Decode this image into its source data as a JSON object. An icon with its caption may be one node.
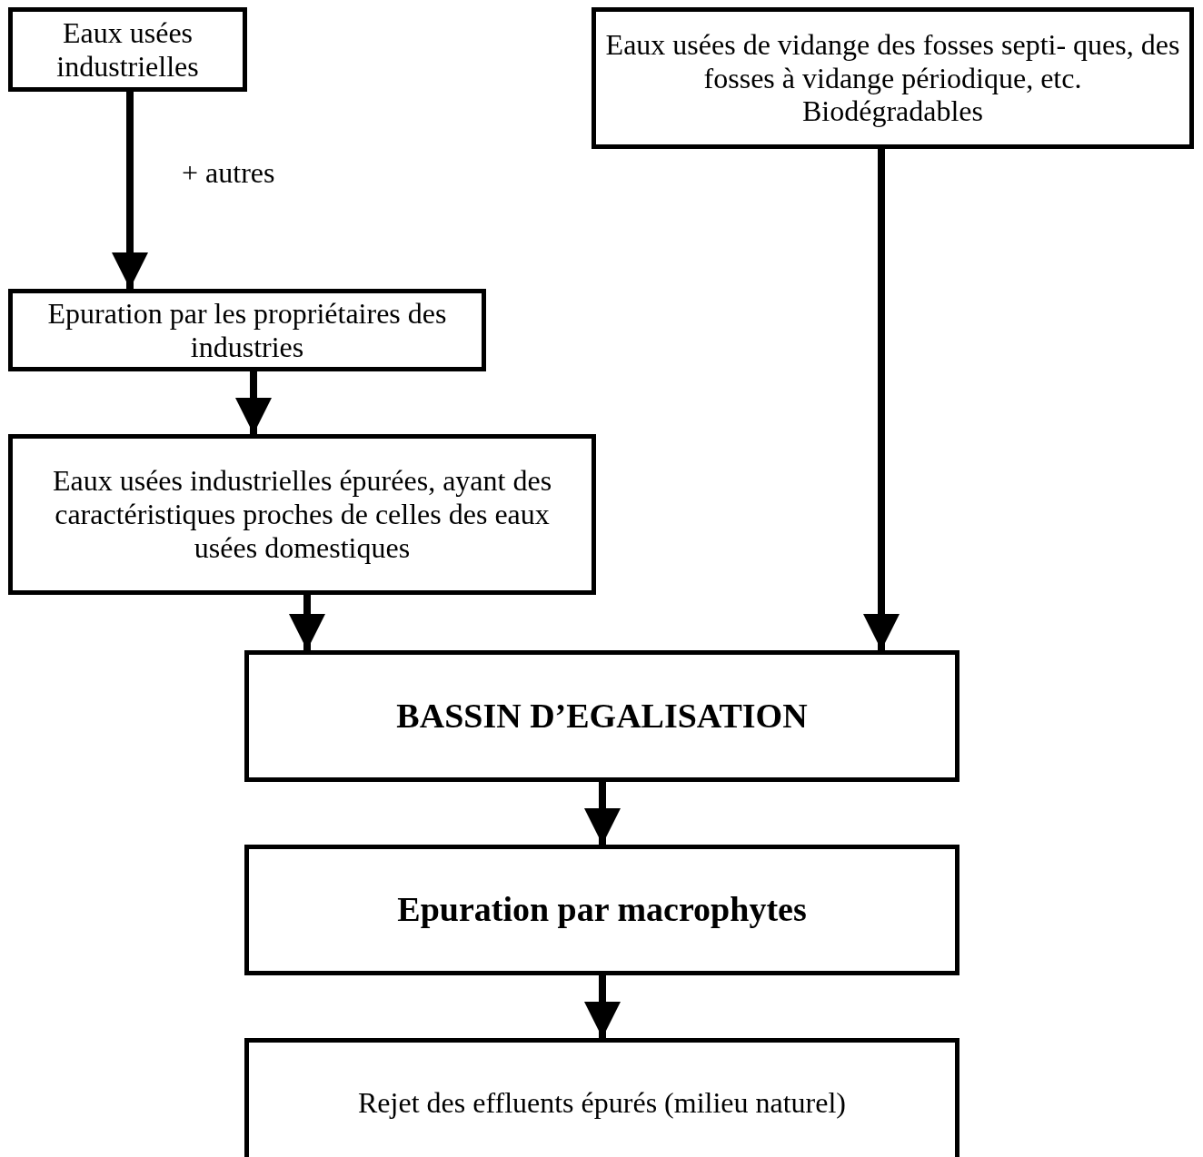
{
  "diagram": {
    "nodes": [
      {
        "text": [
          "Eaux usées industrielles"
        ]
      },
      {
        "text": [
          "Eaux usées de vidange des fosses septi- ques, des fosses à vidange périodique, etc.",
          "Biodégradables"
        ]
      },
      {
        "text": [
          "Epuration par les propriétaires des industries"
        ]
      },
      {
        "text": [
          "Eaux usées industrielles épurées, ayant des caractéristiques proches de celles des eaux usées domestiques"
        ]
      },
      {
        "text": [
          "BASSIN D’EGALISATION"
        ]
      },
      {
        "text": [
          "Epuration par macrophytes"
        ]
      },
      {
        "text": [
          "Rejet des effluents épurés (milieu naturel)"
        ]
      }
    ],
    "edges": [
      {
        "from": 0,
        "to": 2,
        "arrow": "to",
        "label": "+ autres"
      },
      {
        "from": 2,
        "to": 3,
        "arrow": "to"
      },
      {
        "from": 3,
        "to": 4,
        "arrow": "to"
      },
      {
        "from": 1,
        "to": 4,
        "arrow": "to"
      },
      {
        "from": 4,
        "to": 5,
        "arrow": "to"
      },
      {
        "from": 5,
        "to": 6,
        "arrow": "to"
      }
    ]
  }
}
